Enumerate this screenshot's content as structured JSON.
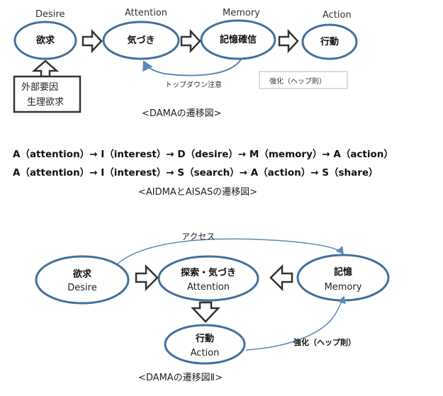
{
  "diagram1": {
    "headers": [
      "Desire",
      "Attention",
      "Memory",
      "Action"
    ],
    "nodes": [
      "欲求",
      "気づき",
      "記憶確信",
      "行動"
    ],
    "external_box": [
      "外部要因",
      "生理欲求"
    ],
    "top_down_label": "トップダウン注意",
    "reinforce_label": "強化（ヘップ則）",
    "caption": "<DAMAの遷移図>"
  },
  "sequences": {
    "aidma": "A（attention）→ I（interest）→ D（desire）→ M（memory）→ A（action）",
    "aisas": "A（attention）→ I（interest）→ S（search）→ A（action）→ S（share）",
    "caption": "<AIDMAとAISASの遷移図>"
  },
  "diagram2": {
    "access_label": "アクセス",
    "desire_jp": "欲求",
    "desire_en": "Desire",
    "attention_jp": "探索・気づき",
    "attention_en": "Attention",
    "memory_jp": "記憶",
    "memory_en": "Memory",
    "action_jp": "行動",
    "action_en": "Action",
    "reinforce_label": "強化（ヘップ則）",
    "caption": "<DAMAの遷移図Ⅱ>"
  },
  "colors": {
    "ellipse_stroke": "#41709c",
    "connector": "#5b89bb",
    "outline_arrow": "#333333"
  }
}
